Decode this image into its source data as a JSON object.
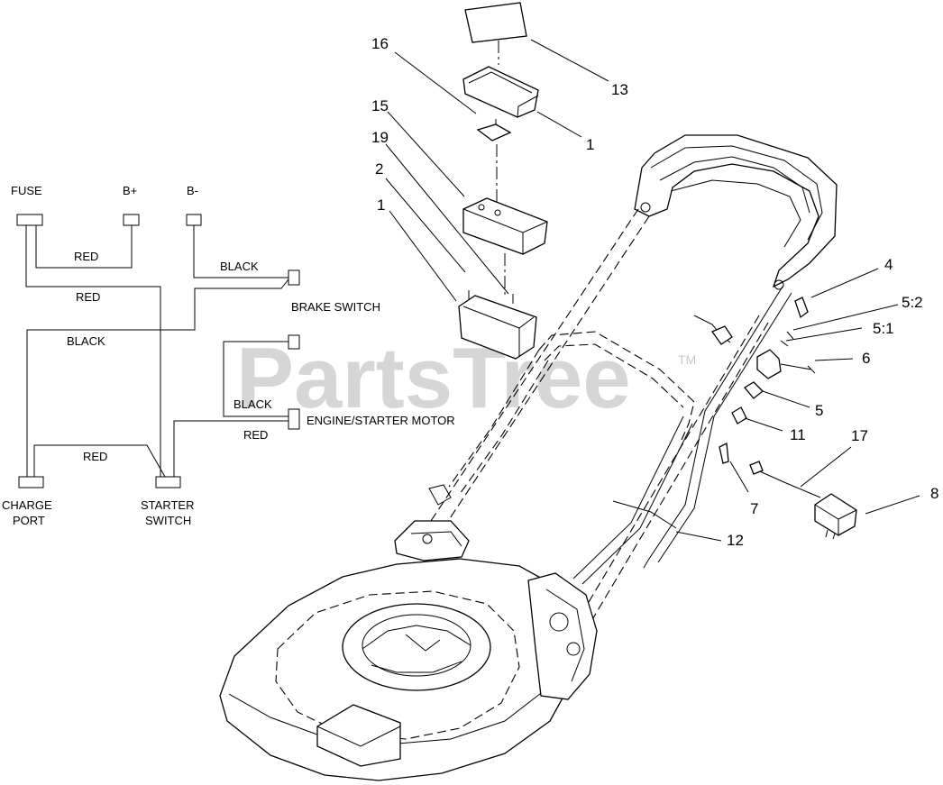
{
  "watermark": {
    "text": "PartsTree",
    "tm": "TM"
  },
  "wiring": {
    "fuse": "FUSE",
    "b_plus": "B+",
    "b_minus": "B-",
    "brake_switch": "BRAKE SWITCH",
    "engine_starter_motor": "ENGINE/STARTER MOTOR",
    "charge_port_line1": "CHARGE",
    "charge_port_line2": "PORT",
    "starter_switch_line1": "STARTER",
    "starter_switch_line2": "SWITCH",
    "wire_labels": {
      "red_fuse_bplus": "RED",
      "red_fuse_starter": "RED",
      "black_bminus_brake": "BLACK",
      "black_brake_charge": "BLACK",
      "black_engine": "BLACK",
      "red_engine": "RED",
      "red_charge_starter": "RED"
    }
  },
  "callouts": {
    "c16": "16",
    "c13": "13",
    "c15": "15",
    "c1_top": "1",
    "c19": "19",
    "c2": "2",
    "c1_left": "1",
    "c4": "4",
    "c5_2": "5:2",
    "c5_1": "5:1",
    "c6": "6",
    "c5": "5",
    "c11": "11",
    "c17": "17",
    "c8": "8",
    "c7": "7",
    "c12": "12"
  }
}
